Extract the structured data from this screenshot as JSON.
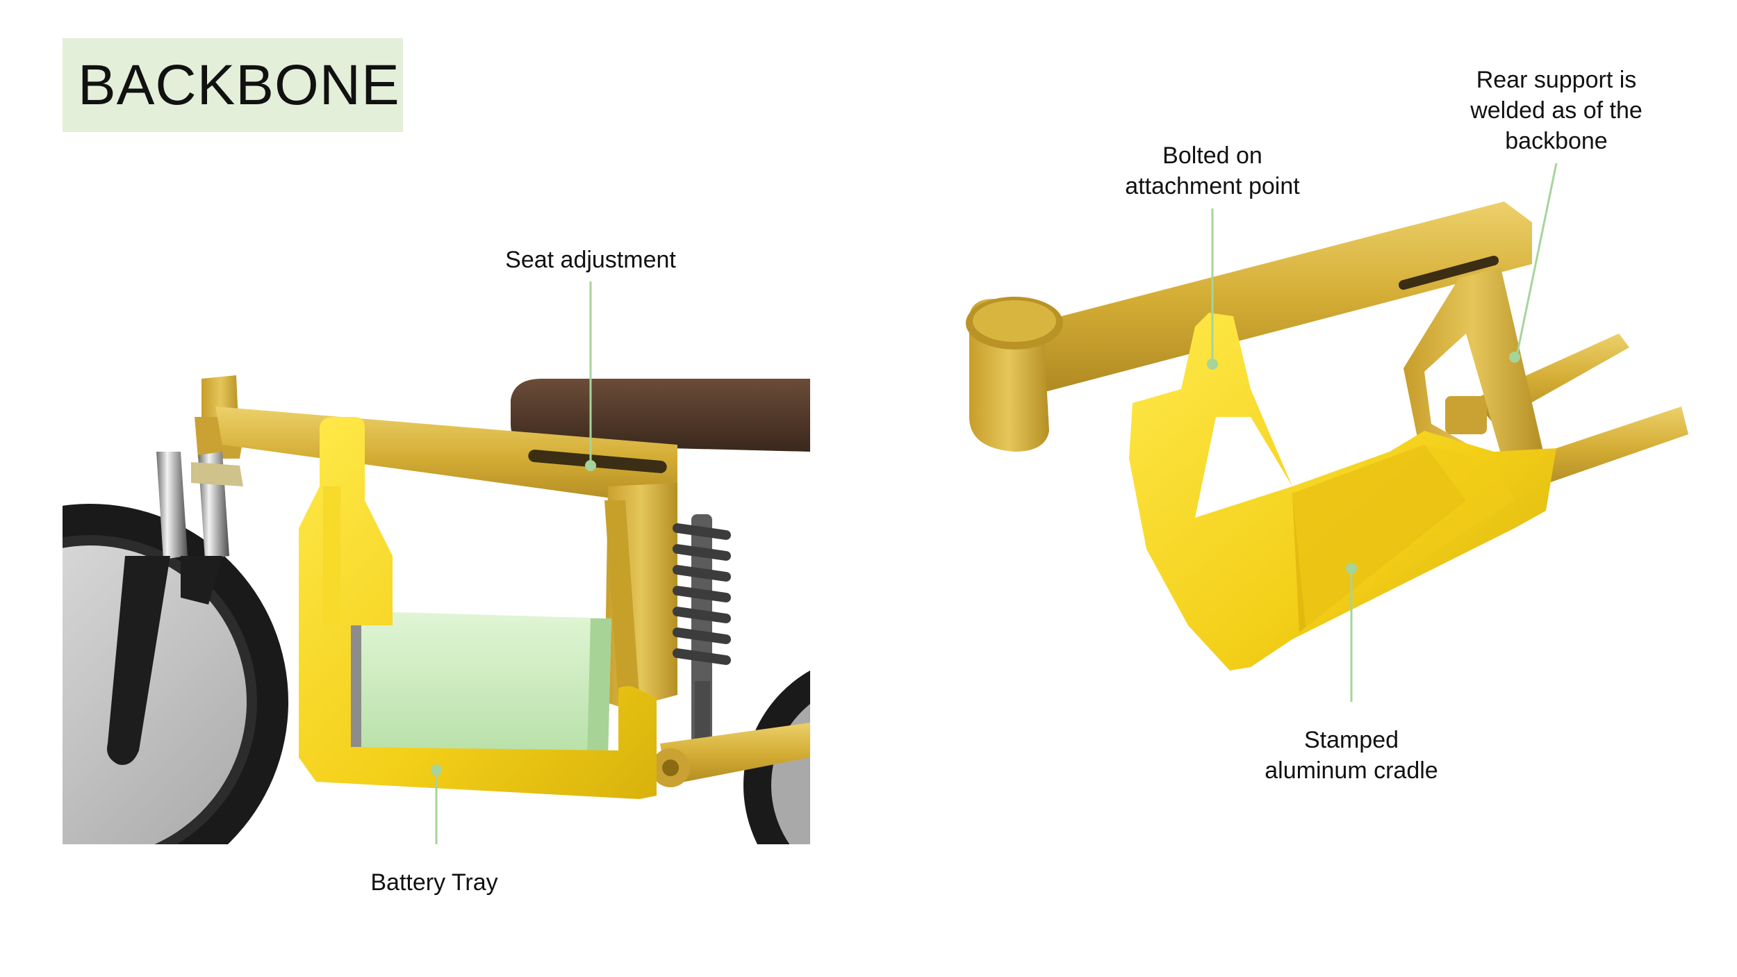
{
  "title": "BACKBONE",
  "colors": {
    "title_background": "#e3efd9",
    "frame_gold": "#d9b53a",
    "tray_yellow": "#f5d41e",
    "battery_green": "#cdebc0",
    "seat_brown": "#4a3426",
    "leader_line": "#a6d49a",
    "tire_black": "#1a1a1a",
    "hub_gray": "#c9c9c9"
  },
  "left_view": {
    "labels": {
      "seat_adjustment": "Seat adjustment",
      "battery_tray": "Battery Tray"
    }
  },
  "right_view": {
    "labels": {
      "bolted_line1": "Bolted on",
      "bolted_line2": "attachment point",
      "rear_line1": "Rear support is",
      "rear_line2": "welded as of the",
      "rear_line3": "backbone",
      "cradle_line1": "Stamped",
      "cradle_line2": "aluminum cradle"
    }
  }
}
